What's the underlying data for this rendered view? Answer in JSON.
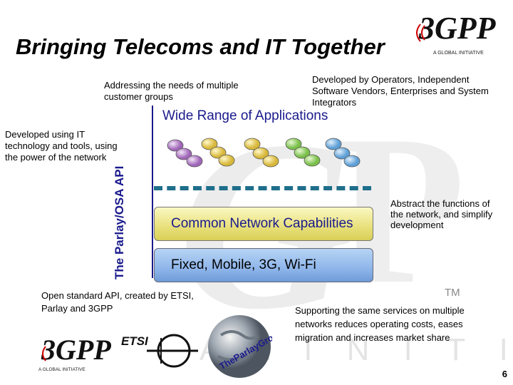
{
  "slide": {
    "title": "Bringing Telecoms and IT Together",
    "needs_text": "Addressing the needs of multiple customer groups",
    "developers_text": "Developed by Operators, Independent Software Vendors, Enterprises and System Integrators",
    "it_text": "Developed using IT technology and tools, using the power of the network",
    "api_label": "The Parlay/OSA API",
    "applications_label": "Wide Range of Applications",
    "capabilities_label": "Common Network Capabilities",
    "abstract_text": "Abstract the functions of the network, and simplify development",
    "networks_label": "Fixed, Mobile, 3G, Wi-Fi",
    "open_standard_text": "Open standard API, created by ETSI, Parlay and 3GPP",
    "supporting_text": "Supporting the same services on multiple networks reduces operating costs, eases migration and increases market share",
    "page_number": "6",
    "trademark": "TM"
  },
  "logos": {
    "top_3gpp": "3GPP",
    "top_3gpp_tagline": "A GLOBAL INITIATIVE",
    "bottom_3gpp": "3GPP",
    "bottom_3gpp_tagline": "A GLOBAL INITIATIVE",
    "etsi": "ETSI",
    "parlay": "TheParlayGroup"
  },
  "colors": {
    "accent_blue": "#1a1a8c",
    "capabilities_box": "#e8e07a",
    "networks_box": "#8fb6ea",
    "dashed_line": "#1f6f8c"
  }
}
